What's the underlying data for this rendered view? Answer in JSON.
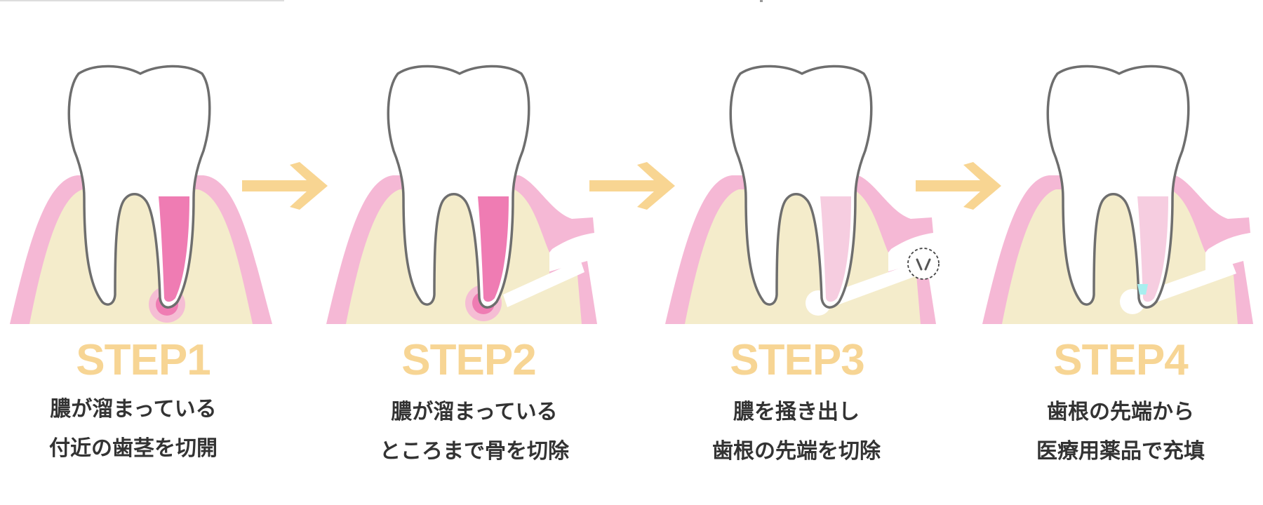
{
  "steps": [
    {
      "label": "STEP1",
      "lines": [
        "膿が溜まっている",
        "付近の歯茎を切開"
      ]
    },
    {
      "label": "STEP2",
      "lines": [
        "膿が溜まっている",
        "ところまで骨を切除"
      ]
    },
    {
      "label": "STEP3",
      "lines": [
        "膿を掻き出し",
        "歯根の先端を切除"
      ]
    },
    {
      "label": "STEP4",
      "lines": [
        "歯根の先端から",
        "医療用薬品で充填"
      ]
    }
  ],
  "icons": [
    "tooth-icon",
    "arrow-right-icon",
    "drill-icon",
    "scissors-icon"
  ],
  "colors": {
    "step_label": "#f7d594",
    "arrow": "#f8d592",
    "gum": "#f5b8d5",
    "bone": "#f4eccb",
    "tooth_outline": "#6e6e6e",
    "root_infected": "#ef7cb3",
    "root_treated": "#f6cde0",
    "filling": "#a8efef",
    "caption_text": "#333333"
  }
}
